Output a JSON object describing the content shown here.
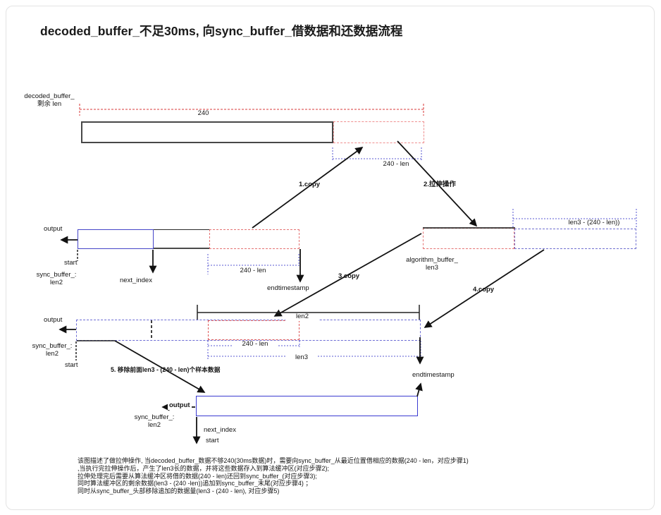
{
  "title": "decoded_buffer_不足30ms, 向sync_buffer_借数据和还数据流程",
  "colors": {
    "red_dashed": "#e57373",
    "red_bracket": "#e06060",
    "blue_dashed": "#7070d0",
    "blue_solid": "#3b3bd1",
    "arrow_black": "#111111",
    "frame_border": "#e3e3e3"
  },
  "decoded": {
    "label1": "decoded_buffer_",
    "label2": "剩余 len",
    "bracket_total": "240",
    "bracket_borrow": "240 - len"
  },
  "steps": {
    "s1": "1.copy",
    "s2": "2.拉伸操作",
    "s3": "3.copy",
    "s4": "4.copy",
    "s5": "5. 移除前面len3 - (240 - len)个样本数据"
  },
  "sync_borrow": {
    "output": "output",
    "start": "start",
    "name": "sync_buffer_:",
    "len": "len2",
    "next_index": "next_index",
    "bracket_borrow": "240 - len",
    "endtimestamp": "endtimestamp"
  },
  "algorithm": {
    "name": "algorithm_buffer_",
    "len": "len3",
    "bracket_remain": "len3 - (240 - len))"
  },
  "sync_return": {
    "output": "output",
    "start": "start",
    "name": "sync_buffer_:",
    "len": "len2",
    "bracket_len2": "len2",
    "bracket_borrow": "240 - len",
    "bracket_len3": "len3",
    "endtimestamp": "endtimestamp"
  },
  "sync_final": {
    "output": "output",
    "name": "sync_buffer_:",
    "len": "len2",
    "next_index": "next_index",
    "start": "start"
  },
  "description": [
    "该图描述了做拉伸操作, 当decoded_buffer_数据不够240(30ms数据)时，需要向sync_buffer_从最近位置借相应的数据(240 - len，对应步骤1)",
    ",当执行完拉伸操作后，产生了len3长的数据，并将这些数据存入到算法缓冲区(对应步骤2);",
    "拉伸处理完后需要从算法缓冲区将借的数据(240 - len)还回到sync_buffer_(对应步骤3);",
    "同时算法缓冲区的剩余数据(len3 - (240 -len))追加到sync_buffer_末尾(对应步骤4) ；",
    "同时从sync_buffer_头部移除追加的数据量(len3 - (240 - len), 对应步骤5)"
  ]
}
